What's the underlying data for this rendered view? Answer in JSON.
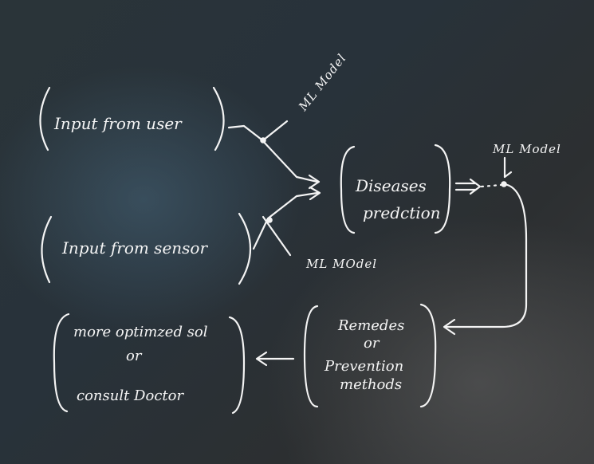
{
  "diagram": {
    "nodes": {
      "input_user": "Input from user",
      "input_sensor": "Input from sensor",
      "disease_line1": "Diseases",
      "disease_line2": "predction",
      "remedies_line1": "Remedes",
      "remedies_line2": "or",
      "remedies_line3": "Prevention",
      "remedies_line4": "methods",
      "optimized_line1": "more optimzed sol",
      "optimized_line2": "or",
      "optimized_line3": "consult Doctor"
    },
    "labels": {
      "ml_top": "ML Model",
      "ml_right": "ML Model",
      "ml_bottom": "ML MOdel"
    },
    "colors": {
      "ink": "#f4f4f4"
    }
  }
}
